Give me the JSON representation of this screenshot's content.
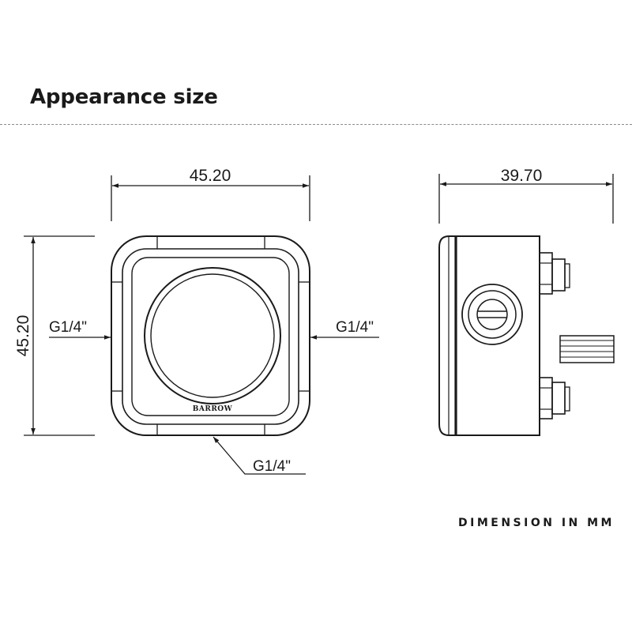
{
  "heading": {
    "title": "Appearance size"
  },
  "front_view": {
    "width_label": "45.20",
    "height_label": "45.20",
    "port_left_label": "G1/4\"",
    "port_right_label": "G1/4\"",
    "port_bottom_label": "G1/4\"",
    "brand_text": "BARROW"
  },
  "side_view": {
    "depth_label": "39.70"
  },
  "footer": {
    "units_note": "DIMENSION IN MM"
  }
}
